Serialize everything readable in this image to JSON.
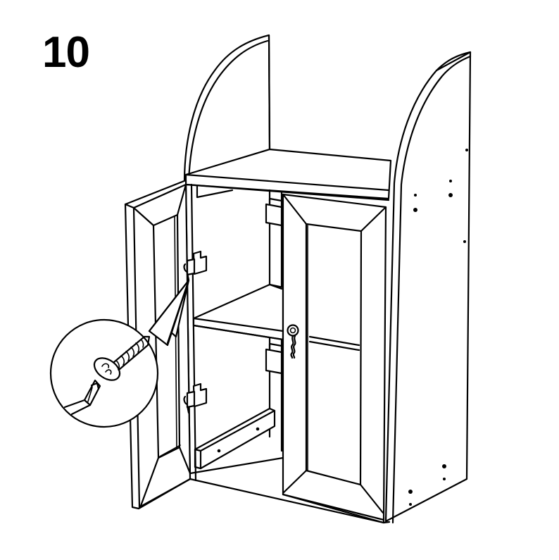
{
  "instruction": {
    "step_number": "10",
    "type": "furniture assembly step",
    "subject": "two-door cabinet with arched side panels",
    "callout": {
      "description": "magnified detail of countersunk Phillips screw being driven with a screwdriver into door hinge",
      "parts": [
        "screw-icon",
        "phillips-screwdriver-icon"
      ]
    },
    "components": [
      {
        "name": "left-side-panel",
        "shape": "arched top"
      },
      {
        "name": "right-side-panel",
        "shape": "arched top"
      },
      {
        "name": "top-shelf"
      },
      {
        "name": "middle-shelf"
      },
      {
        "name": "bottom-rail"
      },
      {
        "name": "left-door",
        "state": "open"
      },
      {
        "name": "right-door",
        "state": "closed"
      },
      {
        "name": "upper-hinge"
      },
      {
        "name": "lower-hinge"
      },
      {
        "name": "key-lock",
        "location": "right door"
      },
      {
        "name": "shelf-support-blocks",
        "count": 2
      }
    ],
    "hinge_count": 2
  },
  "colors": {
    "line": "#000000",
    "background": "#ffffff"
  }
}
